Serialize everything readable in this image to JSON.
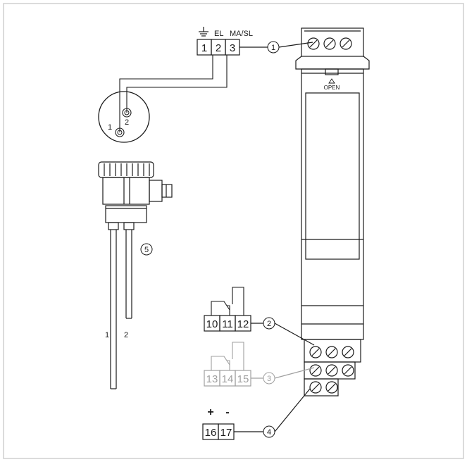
{
  "top_terminal": {
    "ground_symbol": "⏚",
    "label_el": "EL",
    "label_ma": "MA/SL",
    "terminals": [
      "1",
      "2",
      "3"
    ]
  },
  "relay_1": {
    "terminals": [
      "10",
      "11",
      "12"
    ]
  },
  "relay_2": {
    "terminals": [
      "13",
      "14",
      "15"
    ]
  },
  "power": {
    "plus": "+",
    "minus": "-",
    "terminals": [
      "16",
      "17"
    ]
  },
  "callouts": {
    "c1": "①",
    "c2": "②",
    "c3": "③",
    "c4": "④",
    "c5": "⑤"
  },
  "module": {
    "open_label": "OPEN"
  },
  "connector": {
    "pin1": "1",
    "pin2": "2"
  },
  "probe": {
    "rod1": "1",
    "rod2": "2"
  },
  "colors": {
    "line": "#1a1a1a",
    "inactive": "#a0a0a0",
    "frame": "#cfcfcf"
  }
}
